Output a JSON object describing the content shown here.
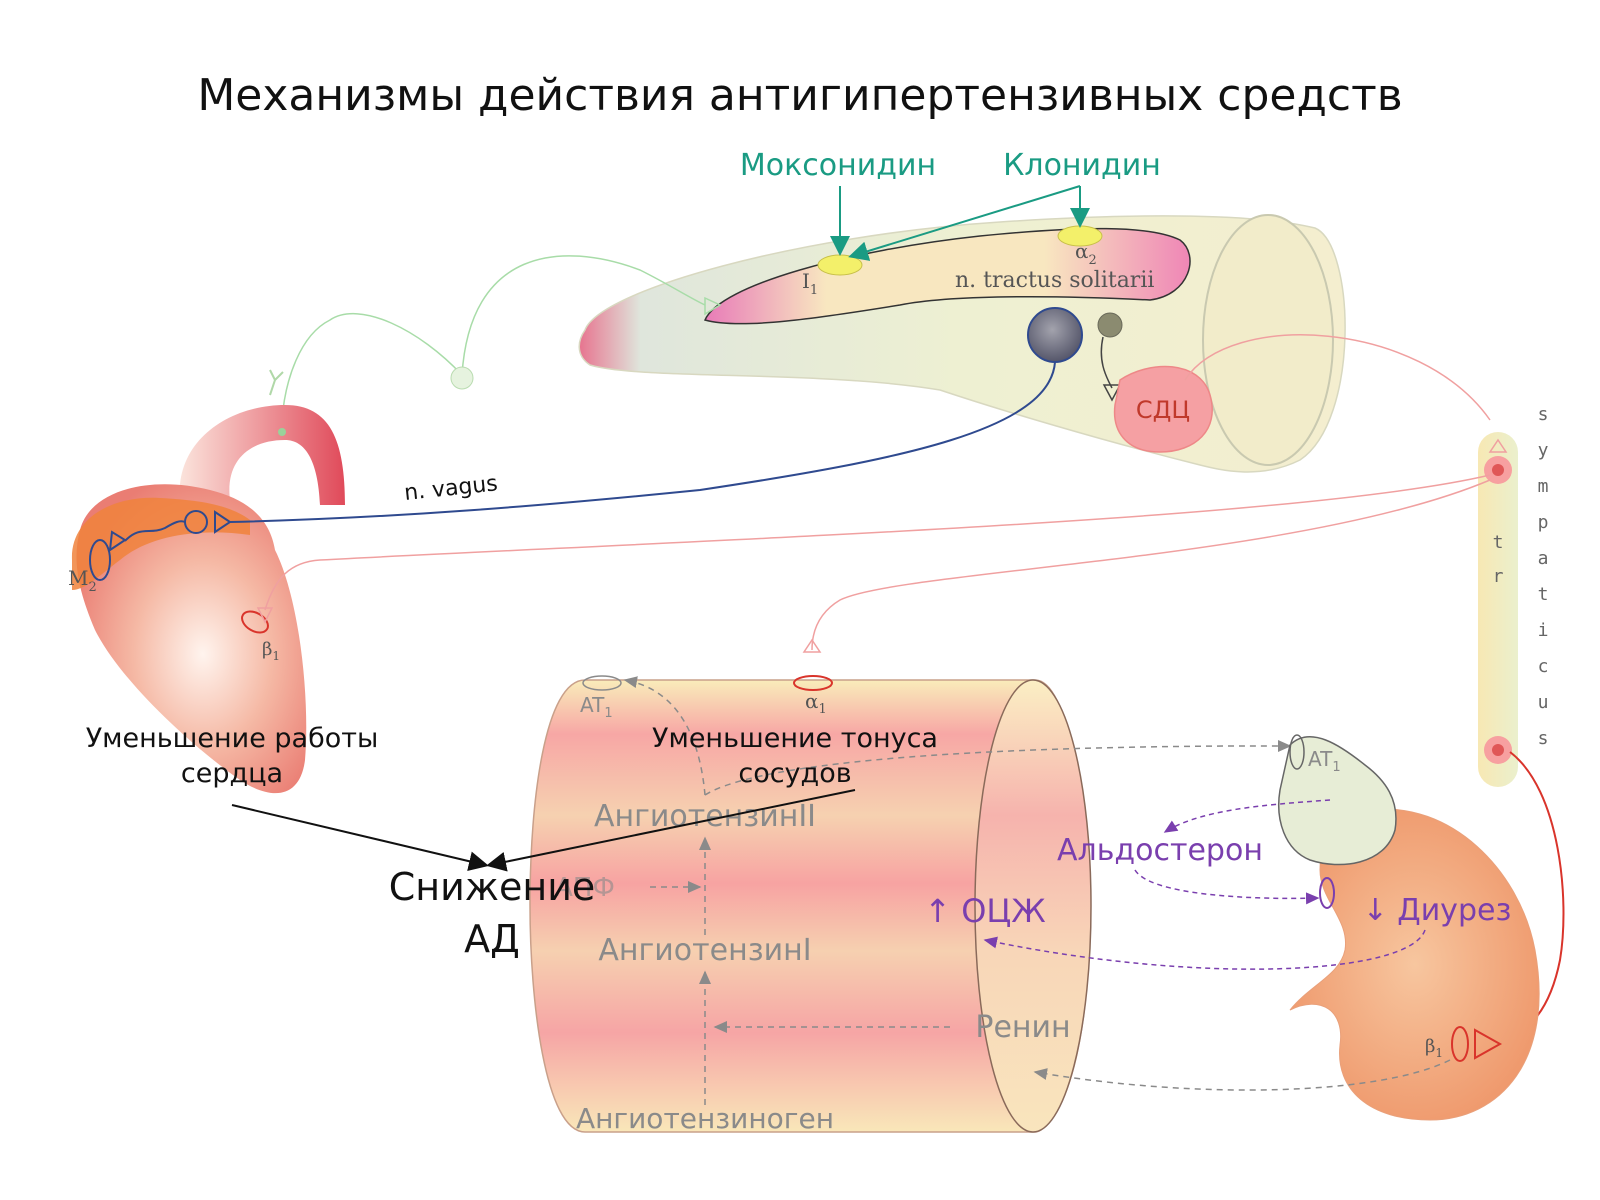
{
  "title": "Механизмы действия антигипертензивных средств",
  "drugs": {
    "moxonidine": "Моксонидин",
    "clonidine": "Клонидин"
  },
  "brain": {
    "nts": "n. tractus solitarii",
    "vmc": "СДЦ",
    "i1": "I",
    "i1_sub": "1",
    "a2": "α",
    "a2_sub": "2"
  },
  "nerves": {
    "vagus": "n. vagus",
    "sympathicus_letters": [
      "s",
      "y",
      "m",
      "p",
      "a",
      "t",
      "i",
      "c",
      "u",
      "s"
    ],
    "tr_letters": [
      "t",
      "r"
    ]
  },
  "heart": {
    "m2": "M",
    "m2_sub": "2",
    "b1": "β",
    "b1_sub": "1",
    "effect_line1": "Уменьшение работы",
    "effect_line2": "сердца"
  },
  "vessel": {
    "at1": "AT",
    "at1_sub": "1",
    "a1": "α",
    "a1_sub": "1",
    "effect_line1": "Уменьшение тонуса",
    "effect_line2": "сосудов",
    "angiotensin2": "АнгиотензинII",
    "ace": "АПФ",
    "angiotensin1": "АнгиотензинI",
    "angiotensinogen": "Ангиотензиноген",
    "renin": "Ренин",
    "volume": "↑ ОЦЖ"
  },
  "kidney": {
    "at1": "AT",
    "at1_sub": "1",
    "aldosterone": "Альдостерон",
    "diuresis": "↓ Диурез",
    "b1": "β",
    "b1_sub": "1"
  },
  "result": {
    "line1": "Снижение",
    "line2": "АД"
  },
  "colors": {
    "drug": "#1a9b83",
    "purple": "#7a3fae",
    "vagus": "#2f4a8f",
    "sympathetic": "#f0a0a0",
    "receptor_red": "#d9342b"
  }
}
